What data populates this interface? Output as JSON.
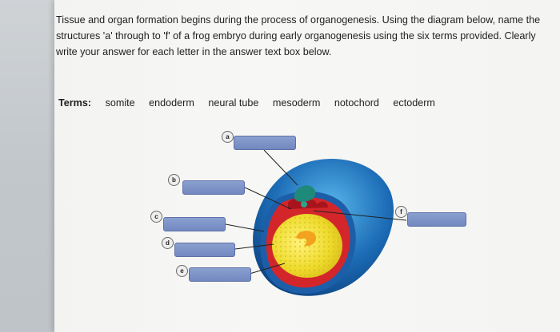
{
  "question": {
    "text": "Tissue and organ formation begins during the process of organogenesis. Using the diagram below, name the structures 'a' through to 'f' of a frog embryo during early organogenesis using the six terms provided. Clearly write your answer for each letter in the answer text box below."
  },
  "terms": {
    "label": "Terms:",
    "items": [
      "somite",
      "endoderm",
      "neural tube",
      "mesoderm",
      "notochord",
      "ectoderm"
    ]
  },
  "diagram": {
    "labels": [
      {
        "letter": "a"
      },
      {
        "letter": "b"
      },
      {
        "letter": "c"
      },
      {
        "letter": "d"
      },
      {
        "letter": "e"
      },
      {
        "letter": "f"
      }
    ]
  },
  "colors": {
    "answer_box": "#7a8fc6",
    "ectoderm_blue": "#1f6fb8",
    "mesoderm_red": "#d3262b",
    "endoderm_yellow": "#f2e23a",
    "notochord_green": "#1f8a7a"
  }
}
